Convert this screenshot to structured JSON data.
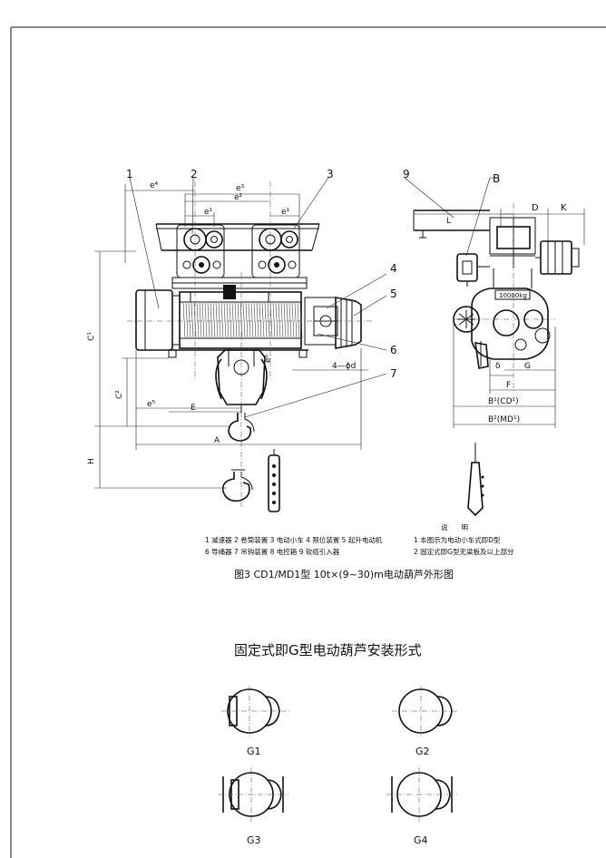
{
  "drawing": {
    "side_view_callouts": [
      "1",
      "2",
      "3",
      "4",
      "5",
      "6",
      "7"
    ],
    "end_view_callouts": [
      "9",
      "B",
      "D",
      "K"
    ],
    "side_dims": {
      "e4": "e⁴",
      "e3": "e³",
      "e2": "e²",
      "e1_left": "e¹",
      "e1_right": "e¹",
      "C1": "C¹",
      "C2": "C²",
      "e5": "e⁵",
      "E": "E",
      "A": "A",
      "H": "H",
      "holes": "4—ϕd",
      "e6": "e⁶"
    },
    "end_dims": {
      "L": "L",
      "delta": "δ",
      "G": "G",
      "F": "F",
      "B1": "B¹(CD¹)",
      "B2": "B²(MD¹)",
      "capacity": "10000kg"
    },
    "legend": {
      "line1": "1 减速器 2 卷筒装置 3 电动小车 4 限位装置 5 起升电动机",
      "line2": "6 导绳器 7 吊钩装置 8 电控箱 9 软缆引入器"
    },
    "notes": {
      "title": "说　　明",
      "line1": "1 本图示为电动小车式即D型",
      "line2": "2 固定式即G型无梁板及以上部分"
    },
    "caption": "图3 CD1/MD1型 10t×(9~30)m电动葫芦外形图"
  },
  "mounting": {
    "title": "固定式即G型电动葫芦安装形式",
    "items": [
      "G1",
      "G2",
      "G3",
      "G4"
    ]
  }
}
